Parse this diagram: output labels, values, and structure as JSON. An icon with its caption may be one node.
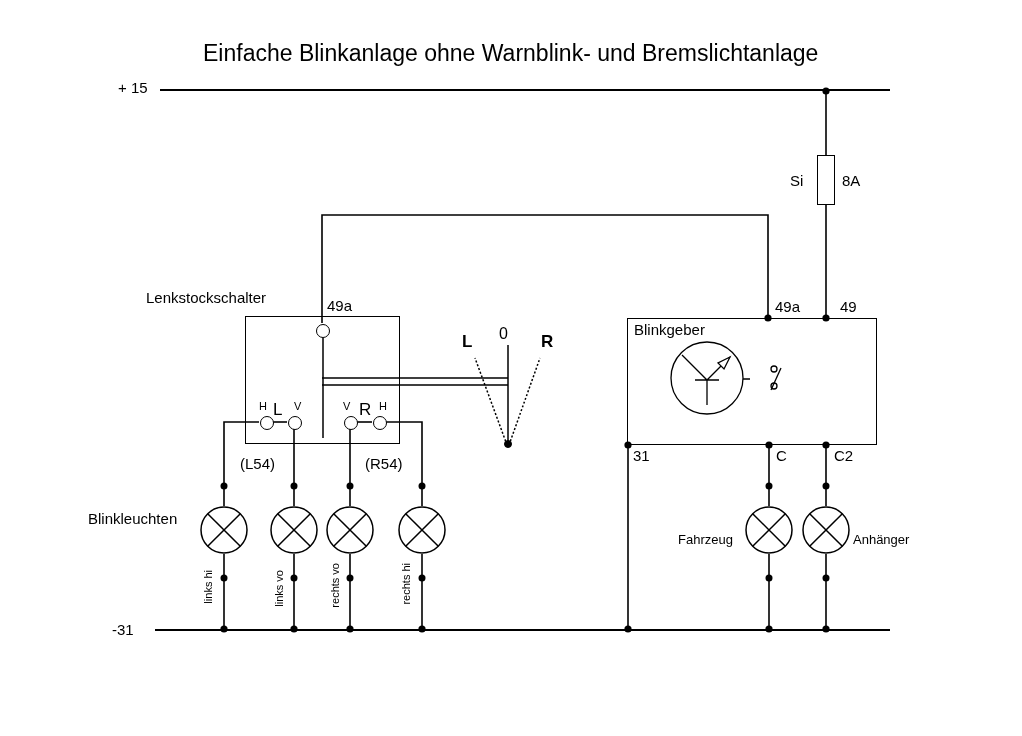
{
  "diagram": {
    "title": "Einfache Blinkanlage ohne Warnblink- und Bremslichtanlage",
    "nodes": [
      {
        "text": [],
        "shape": "bar",
        "beside": [
          "+ 15"
        ]
      },
      {
        "text": [],
        "shape": "box",
        "beside": [
          "Si",
          "8A"
        ]
      },
      {
        "text": [
          "Lenkstockschalter"
        ]
      },
      {
        "text": [],
        "shape": "circle",
        "in": 2,
        "beside": [
          "49a"
        ]
      },
      {
        "text": [],
        "shape": "circle",
        "in": 2,
        "beside": [
          "H"
        ]
      },
      {
        "text": [],
        "shape": "circle",
        "in": 2,
        "beside": [
          "V"
        ]
      },
      {
        "text": [],
        "shape": "circle",
        "in": 2,
        "beside": [
          "V"
        ]
      },
      {
        "text": [],
        "shape": "circle",
        "in": 2,
        "beside": [
          "H"
        ]
      },
      {
        "text": [
          "Blinkgeber"
        ]
      },
      {
        "text": [],
        "shape": "circle",
        "beside": [
          "links hi"
        ]
      },
      {
        "text": [],
        "shape": "circle",
        "beside": [
          "links vo"
        ]
      },
      {
        "text": [],
        "shape": "circle",
        "beside": [
          "rechts vo"
        ]
      },
      {
        "text": [],
        "shape": "circle",
        "beside": [
          "rechts hi"
        ]
      },
      {
        "text": [],
        "shape": "circle",
        "beside": [
          "Fahrzeug"
        ]
      },
      {
        "text": [],
        "shape": "circle",
        "beside": [
          "Anhänger"
        ]
      },
      {
        "text": [],
        "shape": "bar",
        "beside": [
          "-31"
        ]
      }
    ],
    "edges": [
      {
        "from": 0,
        "to": 1,
        "arrow": "other"
      },
      {
        "from": 1,
        "to": 8,
        "arrow": "other"
      },
      {
        "from": 3,
        "to": 8,
        "arrow": "other"
      },
      {
        "from": 4,
        "to": 9,
        "arrow": "none"
      },
      {
        "from": 5,
        "to": 10,
        "arrow": "none"
      },
      {
        "from": 6,
        "to": 11,
        "arrow": "none"
      },
      {
        "from": 7,
        "to": 12,
        "arrow": "none"
      },
      {
        "from": 9,
        "to": 15,
        "arrow": "other"
      },
      {
        "from": 10,
        "to": 15,
        "arrow": "other"
      },
      {
        "from": 11,
        "to": 15,
        "arrow": "other"
      },
      {
        "from": 12,
        "to": 15,
        "arrow": "other"
      },
      {
        "from": 8,
        "to": 13,
        "arrow": "other"
      },
      {
        "from": 8,
        "to": 14,
        "arrow": "other"
      },
      {
        "from": 13,
        "to": 15,
        "arrow": "other"
      },
      {
        "from": 14,
        "to": 15,
        "arrow": "other"
      },
      {
        "from": 8,
        "to": 15,
        "arrow": "other"
      },
      {
        "from": 4,
        "to": 5,
        "arrow": "none"
      },
      {
        "from": 6,
        "to": 7,
        "arrow": "none"
      }
    ],
    "labels": [
      "L",
      "R",
      "(L54)",
      "(R54)",
      "L",
      "0",
      "R",
      "49a",
      "49",
      "31",
      "C",
      "C2",
      "Blinkleuchten"
    ]
  }
}
